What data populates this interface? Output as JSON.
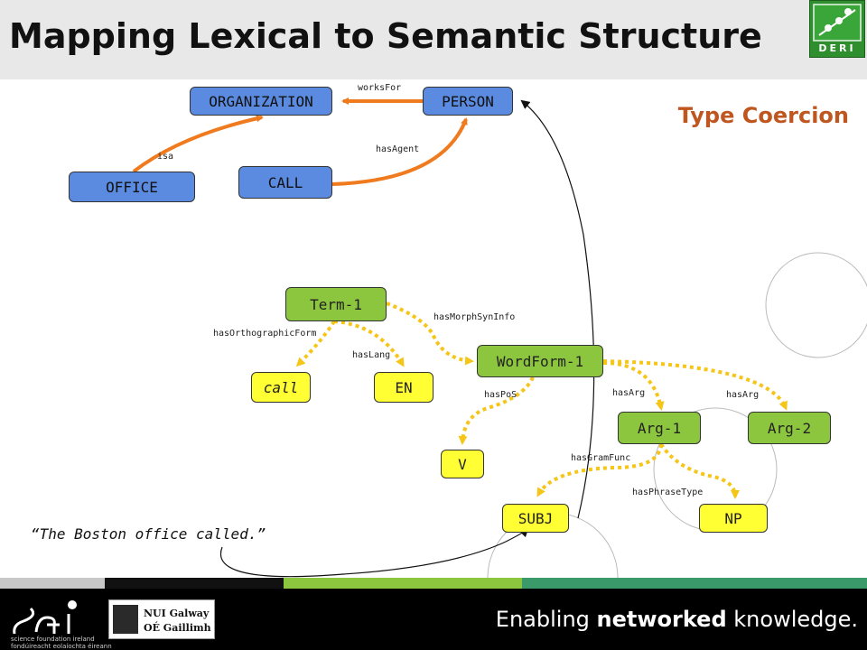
{
  "slide": {
    "title": "Mapping Lexical to Semantic Structure",
    "subtitle": "Type Coercion",
    "quote": "“The Boston office called.”",
    "logo_text": "DERI"
  },
  "nodes": {
    "organization": "ORGANIZATION",
    "person": "PERSON",
    "office": "OFFICE",
    "call_concept": "CALL",
    "term1": "Term-1",
    "wordform1": "WordForm-1",
    "call_form": "call",
    "en": "EN",
    "v": "V",
    "arg1": "Arg-1",
    "arg2": "Arg-2",
    "subj": "SUBJ",
    "np": "NP"
  },
  "edges": {
    "works_for": "worksFor",
    "isa": "isa",
    "has_agent": "hasAgent",
    "has_morph_syn_info": "hasMorphSynInfo",
    "has_orthographic_form": "hasOrthographicForm",
    "has_lang": "hasLang",
    "has_pos": "hasPoS",
    "has_arg_1": "hasArg",
    "has_arg_2": "hasArg",
    "has_gram_func": "hasGramFunc",
    "has_phrase_type": "hasPhraseType"
  },
  "footer": {
    "sfi_name": "science foundation ireland",
    "sfi_irish": "fondúireacht eolaíochta éireann",
    "nui_line1": "NUI Galway",
    "nui_line2": "OÉ Gaillimh",
    "tagline_pre": "Enabling ",
    "tagline_bold": "networked",
    "tagline_post": " knowledge."
  },
  "colors": {
    "concept_node": "#5b8be0",
    "lexical_node": "#8cc63e",
    "value_node": "#ffff33",
    "semantic_edge": "#f07a1e",
    "lexical_edge": "#f5c518",
    "subtitle": "#c0561f"
  }
}
